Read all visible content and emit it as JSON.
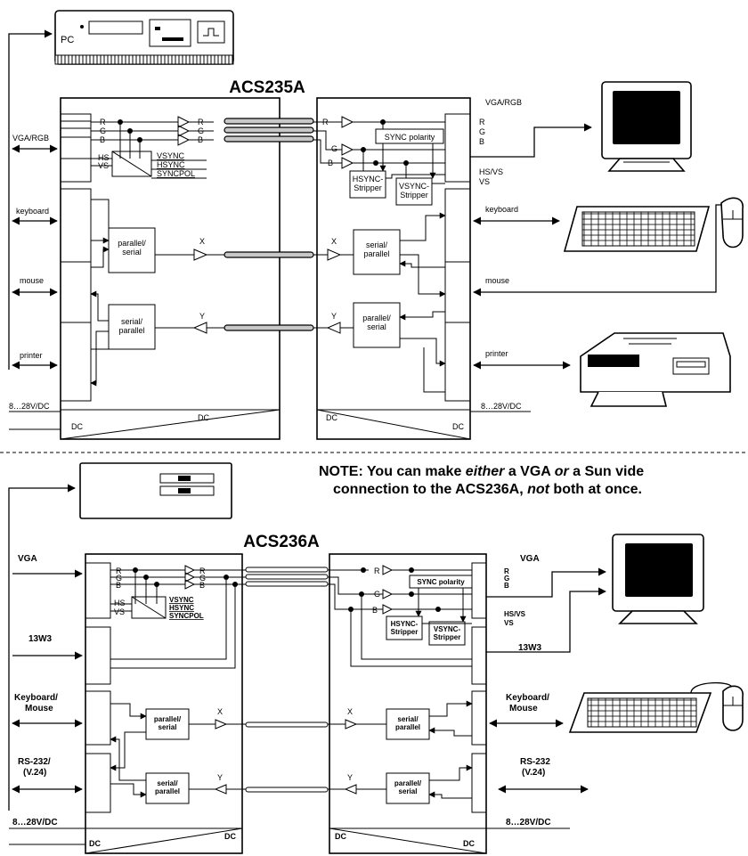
{
  "top": {
    "title": "ACS235A",
    "pc_label": "PC",
    "left_labels": {
      "vga": "VGA/RGB",
      "keyboard": "keyboard",
      "mouse": "mouse",
      "printer": "printer",
      "power": "8…28V/DC"
    },
    "right_labels": {
      "vga": "VGA/RGB",
      "keyboard": "keyboard",
      "mouse": "mouse",
      "printer": "printer",
      "power": "8…28V/DC"
    },
    "signals": {
      "r": "R",
      "g": "G",
      "b": "B",
      "hs": "HS",
      "vs": "VS",
      "x": "X",
      "y": "Y"
    },
    "sync_outputs": [
      "VSYNC",
      "HSYNC",
      "SYNCPOL"
    ],
    "blocks": {
      "parallel_serial": "parallel/\nserial",
      "serial_parallel": "serial/\nparallel",
      "sync_polarity": "SYNC polarity",
      "hsync_stripper": "HSYNC-\nStripper",
      "vsync_stripper": "VSYNC-\nStripper"
    },
    "monitor_pins": {
      "r": "R",
      "g": "G",
      "b": "B",
      "hsvs": "HS/VS",
      "vs": "VS"
    },
    "dc": "DC"
  },
  "bottom": {
    "title": "ACS236A",
    "note_line1_a": "NOTE: You can make ",
    "note_line1_b": "either",
    "note_line1_c": " a VGA ",
    "note_line1_d": "or",
    "note_line1_e": " a Sun vide",
    "note_line2_a": "connection to the ACS236A, ",
    "note_line2_b": "not",
    "note_line2_c": " both at once.",
    "left_labels": {
      "vga": "VGA",
      "w3": "13W3",
      "km1": "Keyboard/",
      "km2": "Mouse",
      "rs1": "RS-232/",
      "rs2": "(V.24)",
      "power": "8…28V/DC"
    },
    "right_labels": {
      "vga": "VGA",
      "w3": "13W3",
      "km1": "Keyboard/",
      "km2": "Mouse",
      "rs1": "RS-232",
      "rs2": "(V.24)",
      "power": "8…28V/DC"
    },
    "signals": {
      "r": "R",
      "g": "G",
      "b": "B",
      "hs": "HS",
      "vs": "VS",
      "x": "X",
      "y": "Y"
    },
    "sync_outputs": [
      "VSYNC",
      "HSYNC",
      "SYNCPOL"
    ],
    "blocks": {
      "parallel_serial": "parallel/\nserial",
      "serial_parallel": "serial/\nparallel",
      "sync_polarity": "SYNC polarity",
      "hsync_stripper": "HSYNC-\nStripper",
      "vsync_stripper": "VSYNC-\nStripper"
    },
    "monitor_pins": {
      "r": "R",
      "g": "G",
      "b": "B",
      "hsvs": "HS/VS",
      "vs": "VS"
    },
    "dc": "DC"
  }
}
